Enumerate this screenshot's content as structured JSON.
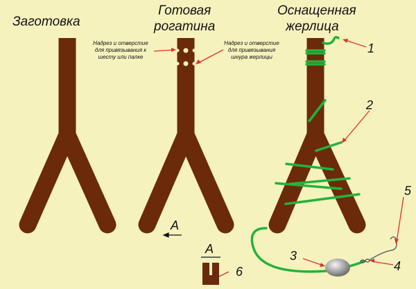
{
  "titles": {
    "blank": "Заготовка",
    "ready": "Готовая рогатина",
    "ready_line1": "Готовая",
    "ready_line2": "рогатина",
    "equipped_line1": "Оснащенная",
    "equipped_line2": "жерлица"
  },
  "notes": {
    "pole": [
      "Надрез и отверстие",
      "для привязывания к",
      "шесту или палке"
    ],
    "line": [
      "Надрез и отверстие",
      "для привязывания",
      "шнура жерлицы"
    ]
  },
  "view": {
    "arrow_label": "A",
    "section_label": "A"
  },
  "numbers": [
    "1",
    "2",
    "3",
    "4",
    "5",
    "6"
  ],
  "colors": {
    "background": "#f6f2bd",
    "wood": "#6b2a0a",
    "line": "#22b33a",
    "arrow": "#e0302a"
  }
}
